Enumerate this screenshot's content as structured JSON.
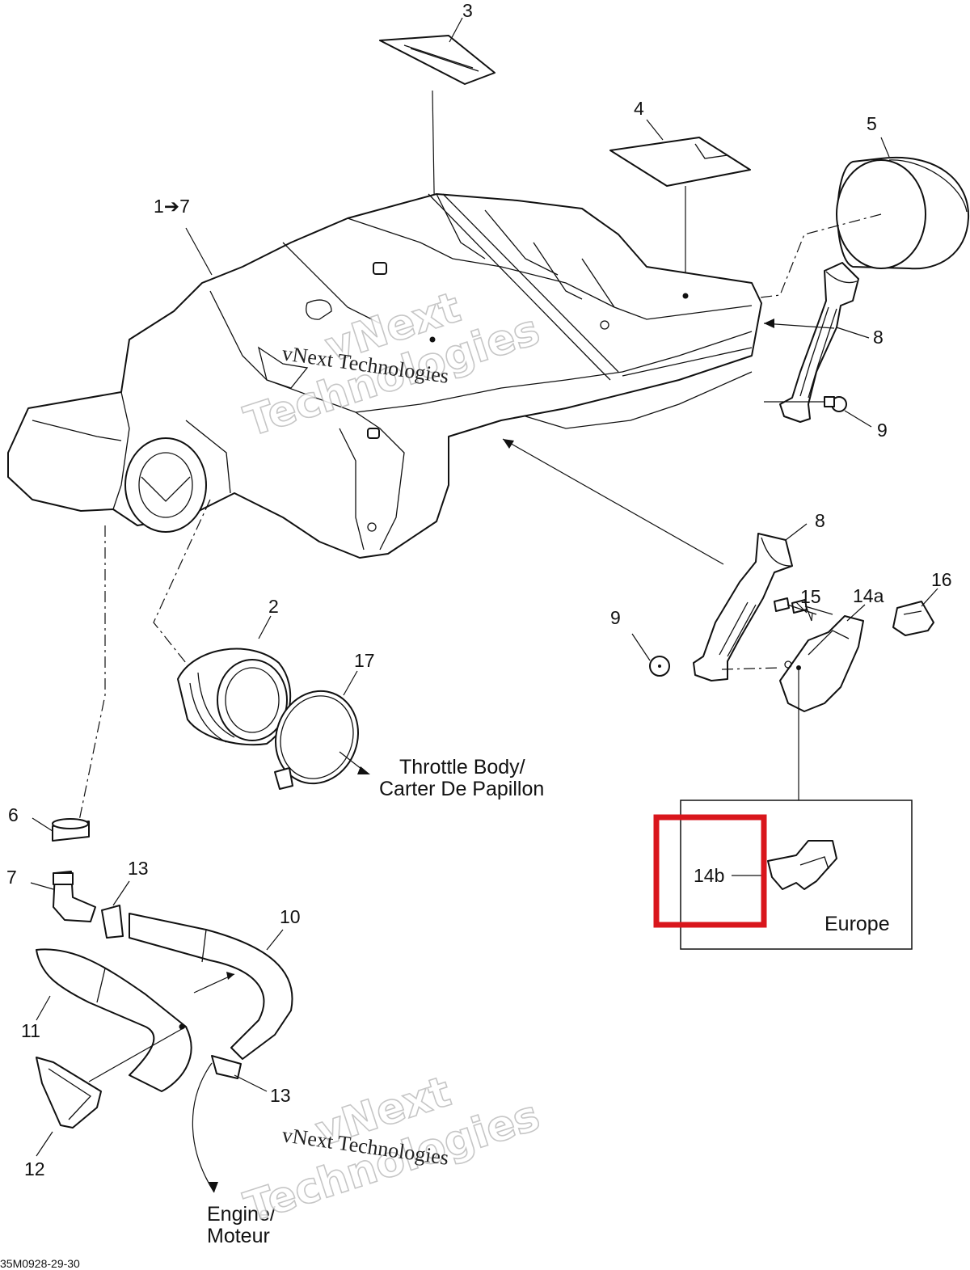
{
  "callouts": {
    "c3": "3",
    "c4": "4",
    "c5": "5",
    "c1to7": "1➔7",
    "c8a": "8",
    "c9a": "9",
    "c8b": "8",
    "c15": "15",
    "c14a": "14a",
    "c16": "16",
    "c9b": "9",
    "c2": "2",
    "c17": "17",
    "c6": "6",
    "c7": "7",
    "c13a": "13",
    "c10": "10",
    "c11": "11",
    "c13b": "13",
    "c12": "12",
    "c14b": "14b"
  },
  "notes": {
    "throttle_line1": "Throttle Body/",
    "throttle_line2": "Carter De Papillon",
    "engine_line1": "Engine/",
    "engine_line2": "Moteur",
    "europe": "Europe"
  },
  "drawing_code": "35M0928-29-30",
  "watermarks": {
    "top_serif": "vNext Technologies",
    "top_outline_1": "vNext",
    "top_outline_2": "Technologies",
    "bottom_serif": "vNext Technologies",
    "bottom_outline_1": "vNext",
    "bottom_outline_2": "Technologies"
  },
  "highlight_color": "#d9161c"
}
